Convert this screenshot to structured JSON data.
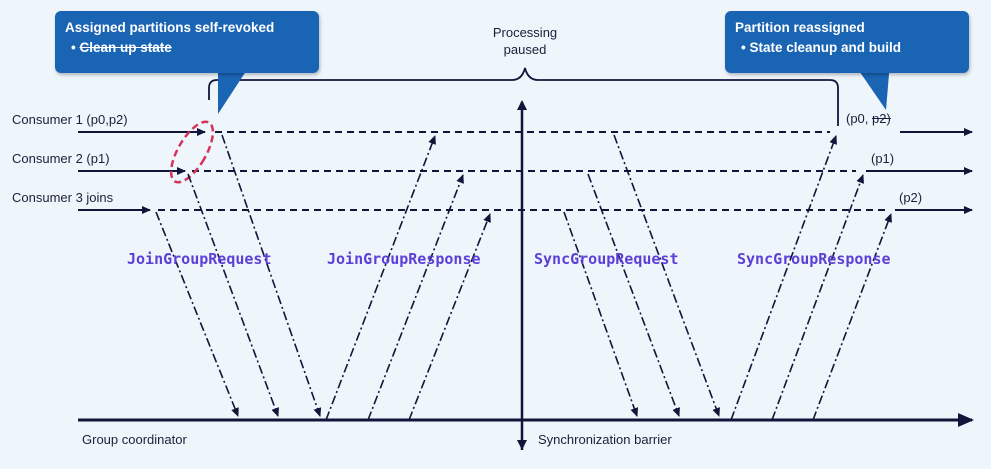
{
  "callouts": {
    "left": {
      "title": "Assigned partitions self-revoked",
      "bullet": "Clean up state"
    },
    "right": {
      "title": "Partition reassigned",
      "bullet": "State cleanup and build"
    }
  },
  "processing": {
    "line1": "Processing",
    "line2": "paused"
  },
  "consumers": [
    {
      "label": "Consumer 1 (p0,p2)",
      "end_label_a": "(p0,",
      "end_label_b": "p2)"
    },
    {
      "label": "Consumer 2 (p1)",
      "end_label": "(p1)"
    },
    {
      "label": "Consumer 3 joins",
      "end_label": "(p2)"
    }
  ],
  "messages": {
    "join_request": "JoinGroupRequest",
    "join_response": "JoinGroupResponse",
    "sync_request": "SyncGroupRequest",
    "sync_response": "SyncGroupResponse"
  },
  "bottom": {
    "coordinator": "Group coordinator",
    "barrier": "Synchronization barrier"
  },
  "colors": {
    "line": "#10163a",
    "accent": "#5b3fd6",
    "callout": "#1a64b4",
    "highlight": "#d6335a"
  }
}
